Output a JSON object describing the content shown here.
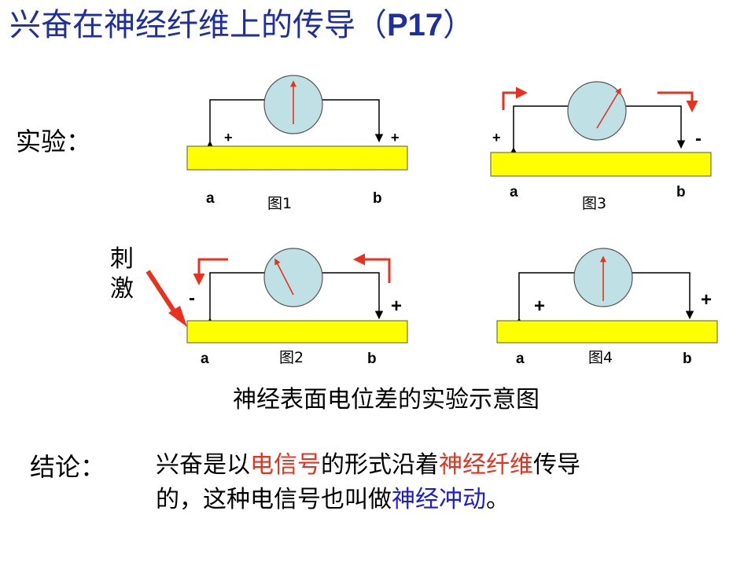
{
  "title": {
    "main": "兴奋在神经纤维上的传导（",
    "page_ref": "P17",
    "close": "）"
  },
  "experiment_label": "实验：",
  "stimulus_label": [
    "刺",
    "激"
  ],
  "figures": [
    {
      "name": "图1",
      "left_pole": "+",
      "right_pole": "+",
      "left_end": "a",
      "right_end": "b"
    },
    {
      "name": "图2",
      "left_pole": "-",
      "right_pole": "+",
      "left_end": "a",
      "right_end": "b"
    },
    {
      "name": "图3",
      "left_pole": "+",
      "right_pole": "-",
      "left_end": "a",
      "right_end": "b"
    },
    {
      "name": "图4",
      "left_pole": "+",
      "right_pole": "+",
      "left_end": "a",
      "right_end": "b"
    }
  ],
  "diagram_caption": "神经表面电位差的实验示意图",
  "conclusion": {
    "label": "结论：",
    "line1_a": "兴奋是以",
    "line1_b": "电信号",
    "line1_c": "的形式沿着",
    "line1_d": "神经纤维",
    "line1_e": "传导",
    "line2_a": "的，这种电信号也叫做",
    "line2_b": "神经冲动",
    "line2_c": "。"
  },
  "colors": {
    "title": "#1f2f9c",
    "fiber": "#ffff00",
    "meter": "#bfe0e4",
    "needle": "#e8321d",
    "arrow": "#e8321d",
    "highlight_red": "#e8321d",
    "highlight_blue": "#1a1ae0"
  }
}
